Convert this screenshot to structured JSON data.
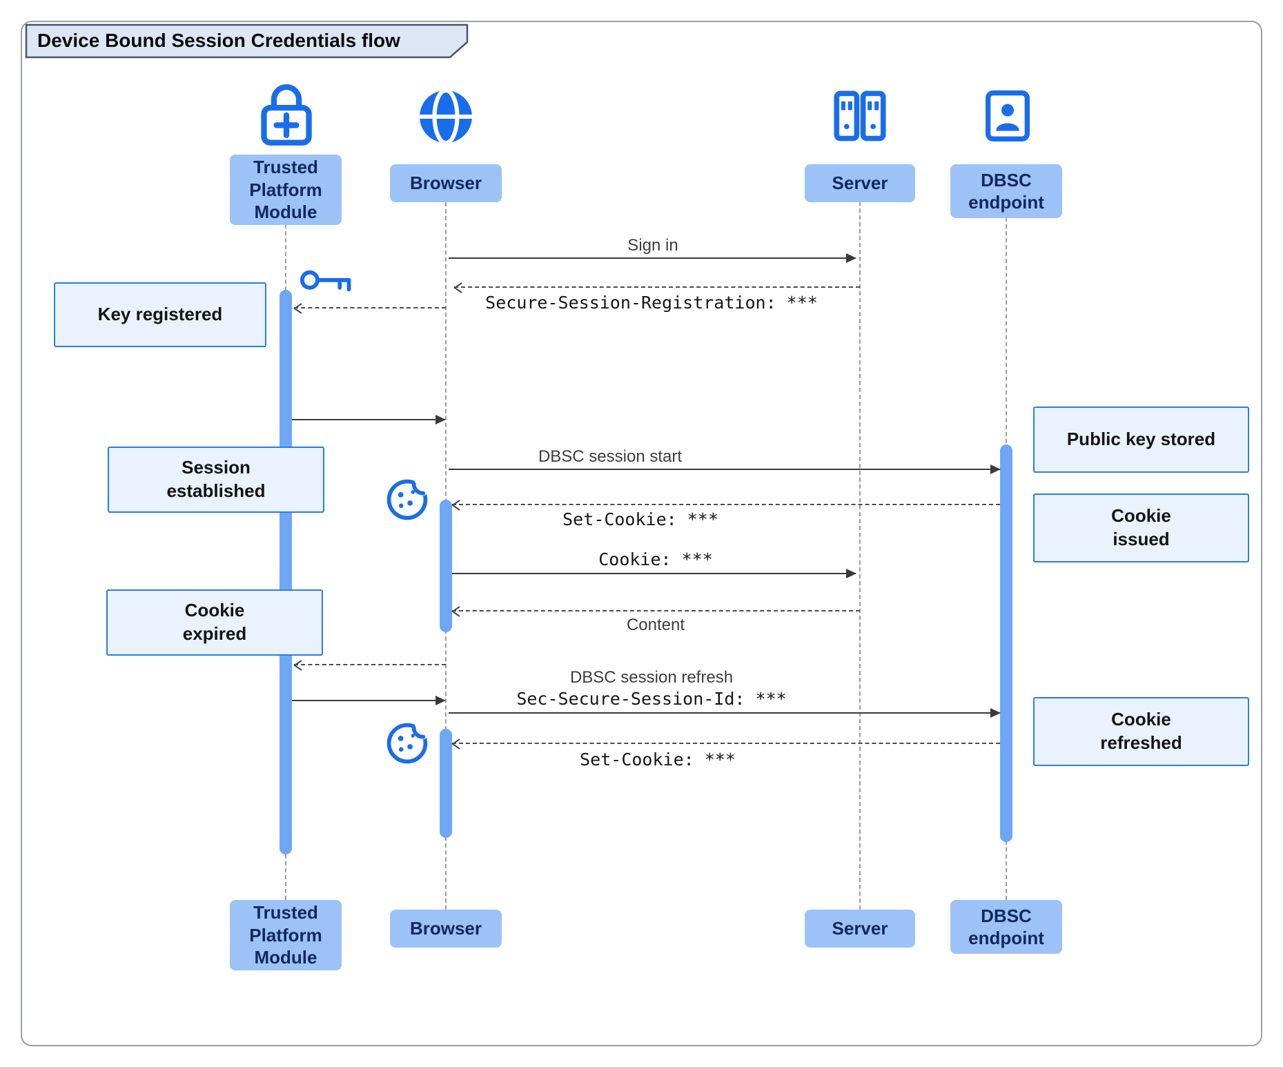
{
  "title": "Device Bound Session Credentials flow",
  "actors": {
    "tpm": "Trusted\nPlatform\nModule",
    "browser": "Browser",
    "server": "Server",
    "dbsc": "DBSC\nendpoint"
  },
  "messages": {
    "sign_in": "Sign in",
    "secure_session_registration": "Secure-Session-Registration: ***",
    "dbsc_session_start": "DBSC session start",
    "set_cookie_1": "Set-Cookie: ***",
    "cookie": "Cookie: ***",
    "content": "Content",
    "dbsc_session_refresh": "DBSC session refresh",
    "sec_secure_session_id": "Sec-Secure-Session-Id: ***",
    "set_cookie_2": "Set-Cookie: ***"
  },
  "notes": {
    "key_registered": "Key registered",
    "session_established": "Session\nestablished",
    "cookie_expired": "Cookie\nexpired",
    "public_key_stored": "Public key stored",
    "cookie_issued": "Cookie\nissued",
    "cookie_refreshed": "Cookie\nrefreshed"
  },
  "icons": {
    "tpm": "lock-plus-icon",
    "browser": "globe-icon",
    "server": "server-icon",
    "dbsc": "id-badge-icon",
    "key": "key-icon",
    "cookie": "cookie-icon"
  },
  "colors": {
    "accent_blue": "#1a6dea",
    "actor_fill": "#9cc2f7",
    "actor_text": "#10295c",
    "activation_fill": "#6fa7f7",
    "note_fill": "#e9f2fd",
    "note_border": "#2a7de3",
    "arrow_line": "#3a3a3a",
    "lifeline": "#9b9b9b",
    "title_tab_fill": "#dce6f5"
  }
}
